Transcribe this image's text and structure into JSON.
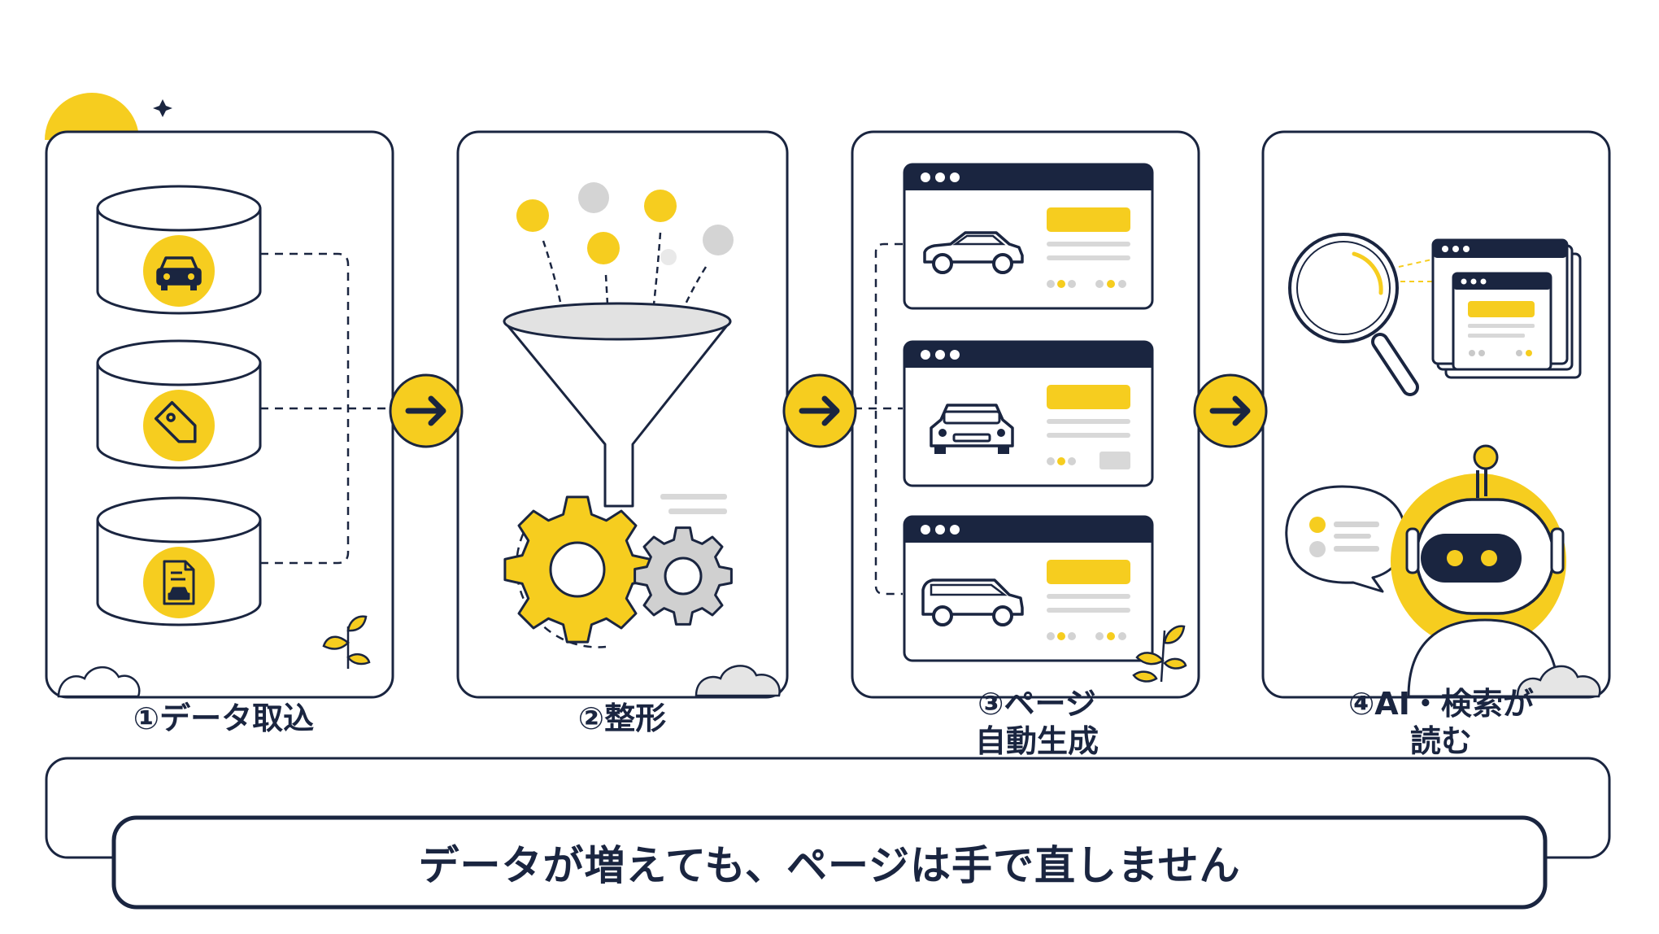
{
  "colors": {
    "navy": "#1a2540",
    "yellow": "#f6cd1f",
    "gray": "#cfcfcf",
    "light_gray": "#e3e3e3",
    "funnel_gray": "#dedede"
  },
  "steps": [
    {
      "label": "①データ取込",
      "icons": [
        "database-icon",
        "car-icon",
        "tag-icon",
        "document-icon"
      ]
    },
    {
      "label": "②整形",
      "icons": [
        "funnel-icon",
        "gear-icon"
      ]
    },
    {
      "label_line1": "③ページ",
      "label_line2": "自動生成",
      "icons": [
        "browser-window-icon",
        "car-icon"
      ]
    },
    {
      "label_line1": "④AI・検索が",
      "label_line2": "読む",
      "icons": [
        "magnifier-icon",
        "robot-icon",
        "speech-bubble-icon"
      ]
    }
  ],
  "arrows": [
    "arrow-right-icon",
    "arrow-right-icon",
    "arrow-right-icon"
  ],
  "banner": {
    "text": "データが増えても、ページは手で直しません"
  }
}
